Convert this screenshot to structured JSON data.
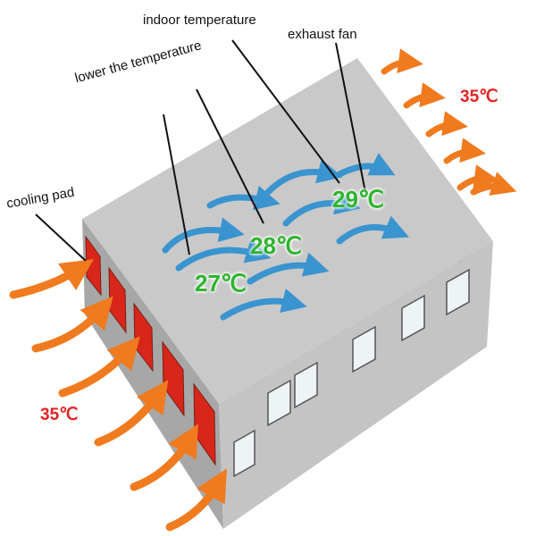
{
  "labels": {
    "indoor_temperature": "indoor temperature",
    "exhaust_fan": "exhaust fan",
    "lower_the_temperature": "lower the temperature",
    "cooling_pad": "cooling pad"
  },
  "temperatures": {
    "outside_exhaust": "35℃",
    "outside_intake": "35℃",
    "zone_1": "27℃",
    "zone_2": "28℃",
    "zone_3": "29℃"
  },
  "colors": {
    "hot_air": "#f07a1e",
    "cool_air": "#2a8fd0",
    "cooling_pad": "#d8261a",
    "temperature_text": "#2db52d",
    "outside_temperature_text": "#e52222"
  }
}
